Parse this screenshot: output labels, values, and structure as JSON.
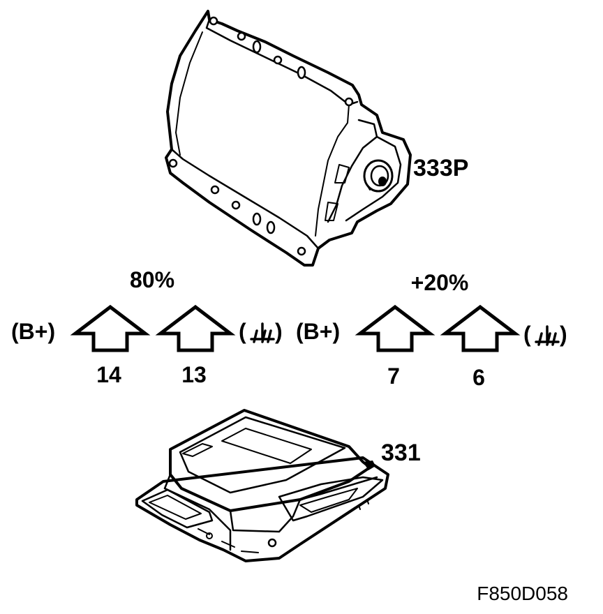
{
  "diagram": {
    "airbag_module": {
      "label": "333P"
    },
    "control_unit": {
      "label": "331"
    },
    "groups": [
      {
        "percent": "80%",
        "left_symbol": "(B+)",
        "right_symbol": "(⏚)",
        "pins": [
          "14",
          "13"
        ]
      },
      {
        "percent": "+20%",
        "left_symbol": "(B+)",
        "right_symbol": "(⏚)",
        "pins": [
          "7",
          "6"
        ]
      }
    ],
    "figure_code": "F850D058"
  }
}
